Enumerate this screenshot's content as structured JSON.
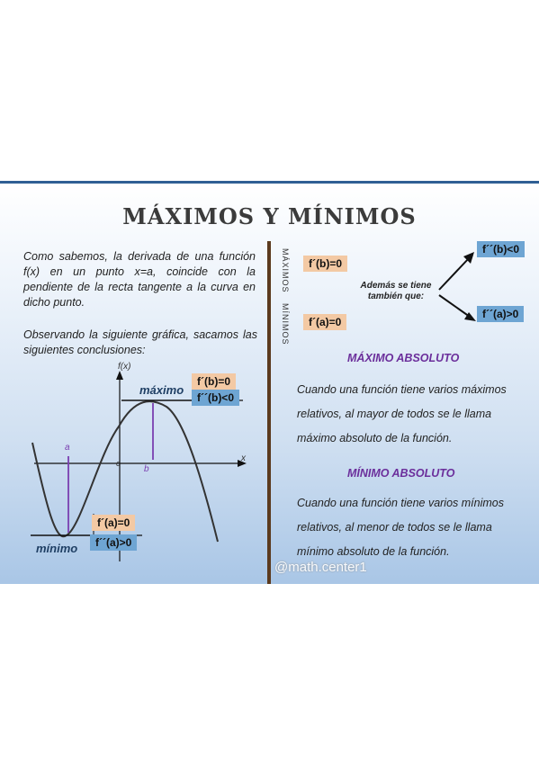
{
  "title": "MÁXIMOS Y MÍNIMOS",
  "left": {
    "paragraph1": "Como sabemos, la derivada de una función f(x) en un punto x=a, coincide con la pendiente de la recta tangente a la curva en dicho punto.",
    "paragraph2": "Observando la siguiente gráfica, sacamos las siguientes conclusiones:"
  },
  "graph": {
    "y_axis_label": "f(x)",
    "x_axis_label": "x",
    "point_a": "a",
    "point_b": "b",
    "point_c": "c",
    "max_label": "máximo",
    "min_label": "mínimo",
    "max_box1": "f´(b)=0",
    "max_box2": "f´´(b)<0",
    "min_box1": "f´(a)=0",
    "min_box2": "f´´(a)>0"
  },
  "right": {
    "vertical_label_max": "MÁXIMOS",
    "vertical_label_min": "MÍNIMOS",
    "box_max": "f´(b)=0",
    "box_min": "f´(a)=0",
    "note": "Además se tiene también que:",
    "arrow_box_top": "f´´(b)<0",
    "arrow_box_bottom": "f´´(a)>0",
    "max_heading": "MÁXIMO ABSOLUTO",
    "max_text": "Cuando una función tiene varios máximos relativos, al mayor de todos se le llama máximo absoluto de la función.",
    "min_heading": "MÍNIMO ABSOLUTO",
    "min_text": "Cuando una función tiene varios mínimos relativos, al menor de todos se le llama mínimo absoluto de la función."
  },
  "watermark": "@math.center1",
  "colors": {
    "border": "#2f5f94",
    "divider": "#5b3a1e",
    "heading": "#6b2e9b",
    "peach": "#f3c9a4",
    "blue": "#6ea5d3"
  }
}
